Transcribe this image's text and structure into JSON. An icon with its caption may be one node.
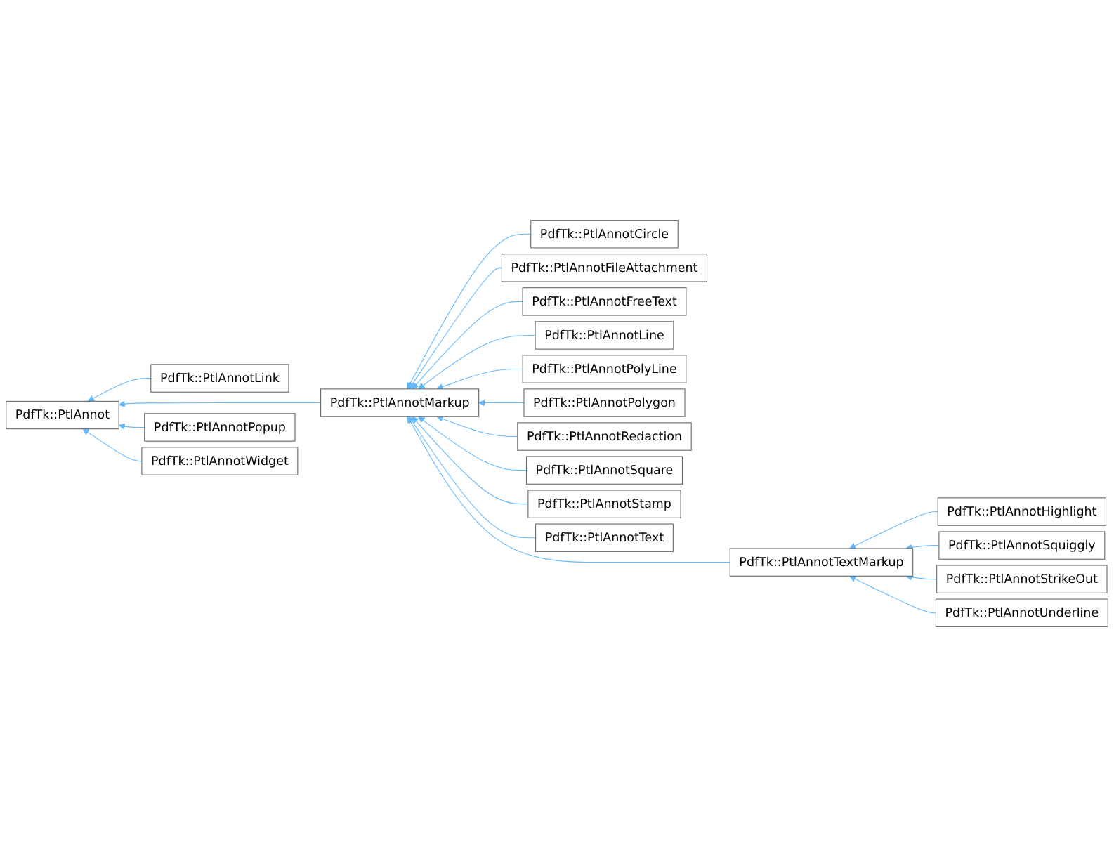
{
  "diagram": {
    "nodes": [
      {
        "text": [
          "PdfTk::PtlAnnot"
        ]
      },
      {
        "text": [
          "PdfTk::PtlAnnotLink"
        ]
      },
      {
        "text": [
          "PdfTk::PtlAnnotMarkup"
        ]
      },
      {
        "text": [
          "PdfTk::PtlAnnotPopup"
        ]
      },
      {
        "text": [
          "PdfTk::PtlAnnotWidget"
        ]
      },
      {
        "text": [
          "PdfTk::PtlAnnotCircle"
        ]
      },
      {
        "text": [
          "PdfTk::PtlAnnotFileAttachment"
        ]
      },
      {
        "text": [
          "PdfTk::PtlAnnotFreeText"
        ]
      },
      {
        "text": [
          "PdfTk::PtlAnnotLine"
        ]
      },
      {
        "text": [
          "PdfTk::PtlAnnotPolyLine"
        ]
      },
      {
        "text": [
          "PdfTk::PtlAnnotPolygon"
        ]
      },
      {
        "text": [
          "PdfTk::PtlAnnotRedaction"
        ]
      },
      {
        "text": [
          "PdfTk::PtlAnnotSquare"
        ]
      },
      {
        "text": [
          "PdfTk::PtlAnnotStamp"
        ]
      },
      {
        "text": [
          "PdfTk::PtlAnnotText"
        ]
      },
      {
        "text": [
          "PdfTk::PtlAnnotTextMarkup"
        ]
      },
      {
        "text": [
          "PdfTk::PtlAnnotHighlight"
        ]
      },
      {
        "text": [
          "PdfTk::PtlAnnotSquiggly"
        ]
      },
      {
        "text": [
          "PdfTk::PtlAnnotStrikeOut"
        ]
      },
      {
        "text": [
          "PdfTk::PtlAnnotUnderline"
        ]
      }
    ],
    "edges": [
      {
        "from": 1,
        "to": 0,
        "arrow": "to"
      },
      {
        "from": 2,
        "to": 0,
        "arrow": "to"
      },
      {
        "from": 3,
        "to": 0,
        "arrow": "to"
      },
      {
        "from": 4,
        "to": 0,
        "arrow": "to"
      },
      {
        "from": 5,
        "to": 2,
        "arrow": "to"
      },
      {
        "from": 6,
        "to": 2,
        "arrow": "to"
      },
      {
        "from": 7,
        "to": 2,
        "arrow": "to"
      },
      {
        "from": 8,
        "to": 2,
        "arrow": "to"
      },
      {
        "from": 9,
        "to": 2,
        "arrow": "to"
      },
      {
        "from": 10,
        "to": 2,
        "arrow": "to"
      },
      {
        "from": 11,
        "to": 2,
        "arrow": "to"
      },
      {
        "from": 12,
        "to": 2,
        "arrow": "to"
      },
      {
        "from": 13,
        "to": 2,
        "arrow": "to"
      },
      {
        "from": 14,
        "to": 2,
        "arrow": "to"
      },
      {
        "from": 15,
        "to": 2,
        "arrow": "to"
      },
      {
        "from": 16,
        "to": 15,
        "arrow": "to"
      },
      {
        "from": 17,
        "to": 15,
        "arrow": "to"
      },
      {
        "from": 18,
        "to": 15,
        "arrow": "to"
      },
      {
        "from": 19,
        "to": 15,
        "arrow": "to"
      }
    ]
  }
}
